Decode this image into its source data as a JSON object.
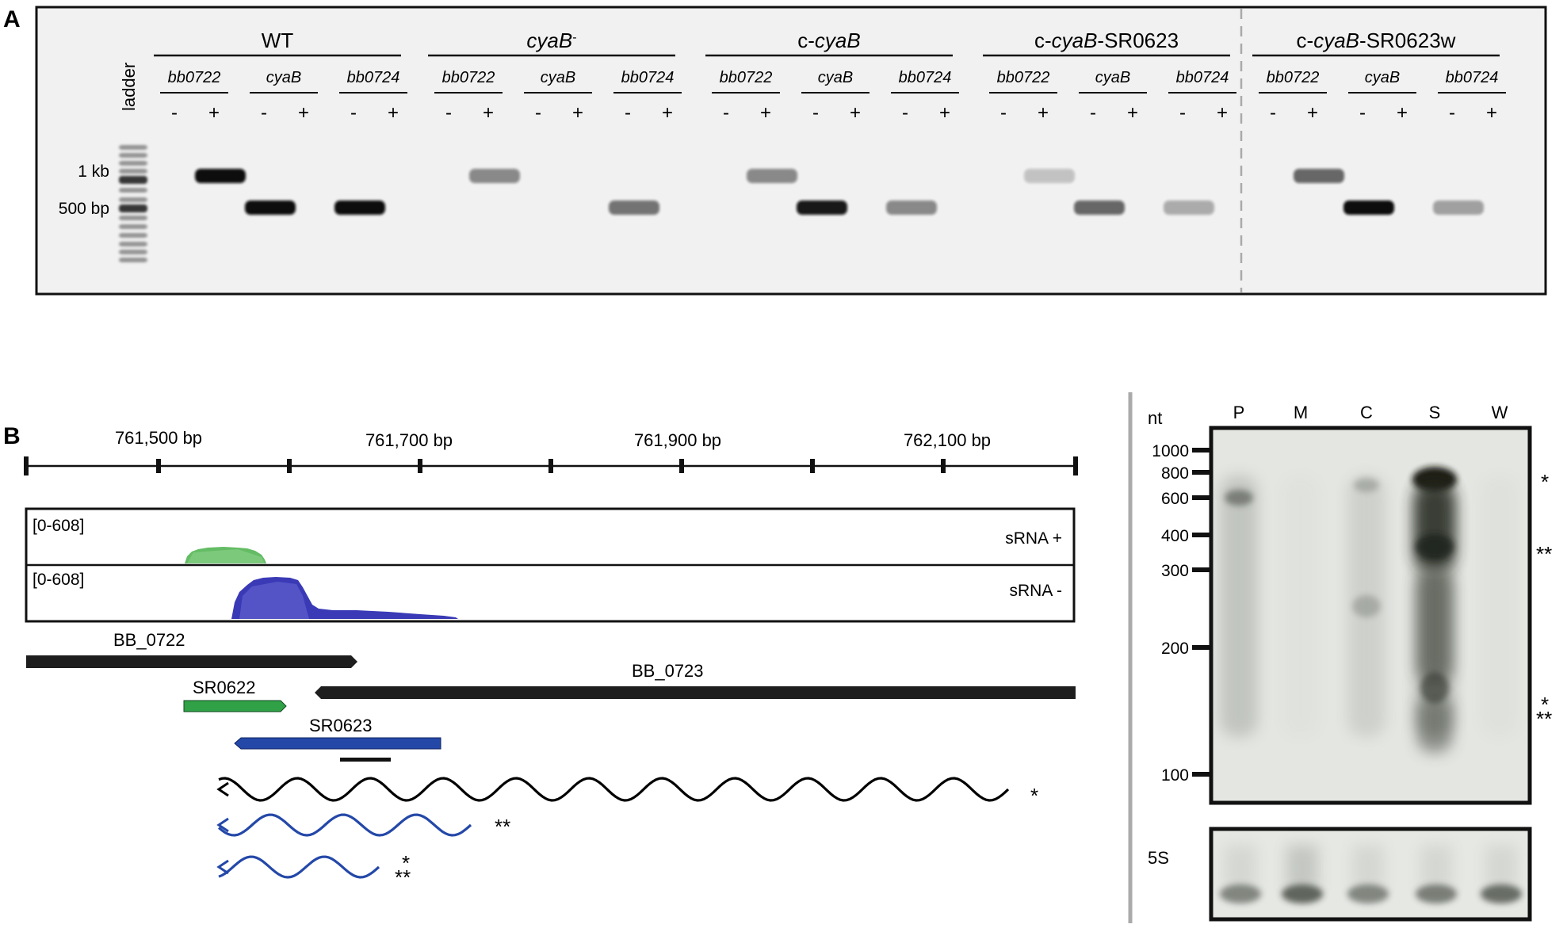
{
  "panelA": {
    "label": "A",
    "ladder_label": "ladder",
    "size_markers": [
      "1 kb",
      "500 bp"
    ],
    "plus_label": "+",
    "minus_label": "-",
    "strains": [
      {
        "name": "WT",
        "name_parts": [
          [
            "WT",
            "n"
          ]
        ],
        "genes": [
          "bb0722",
          "cyaB",
          "bb0724"
        ],
        "bands": [
          [
            0,
            1,
            1.0
          ],
          [
            1,
            0,
            1.0
          ],
          [
            2,
            0,
            1.0
          ]
        ]
      },
      {
        "name": "cyaB-",
        "name_parts": [
          [
            "cyaB",
            "i"
          ],
          [
            "-",
            "s"
          ]
        ],
        "genes": [
          "bb0722",
          "cyaB",
          "bb0724"
        ],
        "bands": [
          [
            0,
            1,
            0.45
          ],
          [
            2,
            0,
            0.55
          ]
        ]
      },
      {
        "name": "c-cyaB",
        "name_parts": [
          [
            "c-",
            "n"
          ],
          [
            "cyaB",
            "i"
          ]
        ],
        "genes": [
          "bb0722",
          "cyaB",
          "bb0724"
        ],
        "bands": [
          [
            0,
            1,
            0.45
          ],
          [
            1,
            0,
            0.95
          ],
          [
            2,
            0,
            0.45
          ]
        ]
      },
      {
        "name": "c-cyaB-SR0623",
        "name_parts": [
          [
            "c-",
            "n"
          ],
          [
            "cyaB",
            "i"
          ],
          [
            "-SR0623",
            "n"
          ]
        ],
        "genes": [
          "bb0722",
          "cyaB",
          "bb0724"
        ],
        "bands": [
          [
            0,
            1,
            0.2
          ],
          [
            1,
            0,
            0.6
          ],
          [
            2,
            0,
            0.3
          ]
        ]
      },
      {
        "name": "c-cyaB-SR0623w",
        "name_parts": [
          [
            "c-",
            "n"
          ],
          [
            "cyaB",
            "i"
          ],
          [
            "-SR0623w",
            "n"
          ]
        ],
        "genes": [
          "bb0722",
          "cyaB",
          "bb0724"
        ],
        "bands": [
          [
            0,
            1,
            0.6
          ],
          [
            1,
            0,
            1.0
          ],
          [
            2,
            0,
            0.35
          ]
        ]
      }
    ]
  },
  "panelB": {
    "label": "B",
    "coordinate_labels": [
      "761,500 bp",
      "761,700 bp",
      "761,900 bp",
      "762,100 bp"
    ],
    "tracks": [
      {
        "range": "[0-608]",
        "name": "sRNA +",
        "color": "#3aa23a"
      },
      {
        "range": "[0-608]",
        "name": "sRNA -",
        "color": "#3434b4"
      }
    ],
    "genes": [
      {
        "name": "BB_0722",
        "color": "#1e1e1e"
      },
      {
        "name": "BB_0723",
        "color": "#1e1e1e"
      },
      {
        "name": "SR0622",
        "color": "#2a9a40"
      },
      {
        "name": "SR0623",
        "color": "#2448a8"
      }
    ],
    "transcripts": [
      {
        "marker": "*",
        "color": "#000000"
      },
      {
        "marker": "**",
        "color": "#2448a8"
      },
      {
        "marker": "*\n**",
        "color": "#2448a8"
      }
    ]
  },
  "northern": {
    "unit": "nt",
    "lanes": [
      "P",
      "M",
      "C",
      "S",
      "W"
    ],
    "size_markers": [
      "1000",
      "800",
      "600",
      "400",
      "300",
      "200",
      "100"
    ],
    "band_markers": [
      "*",
      "**",
      "*",
      "**"
    ],
    "loading_control": "5S"
  }
}
